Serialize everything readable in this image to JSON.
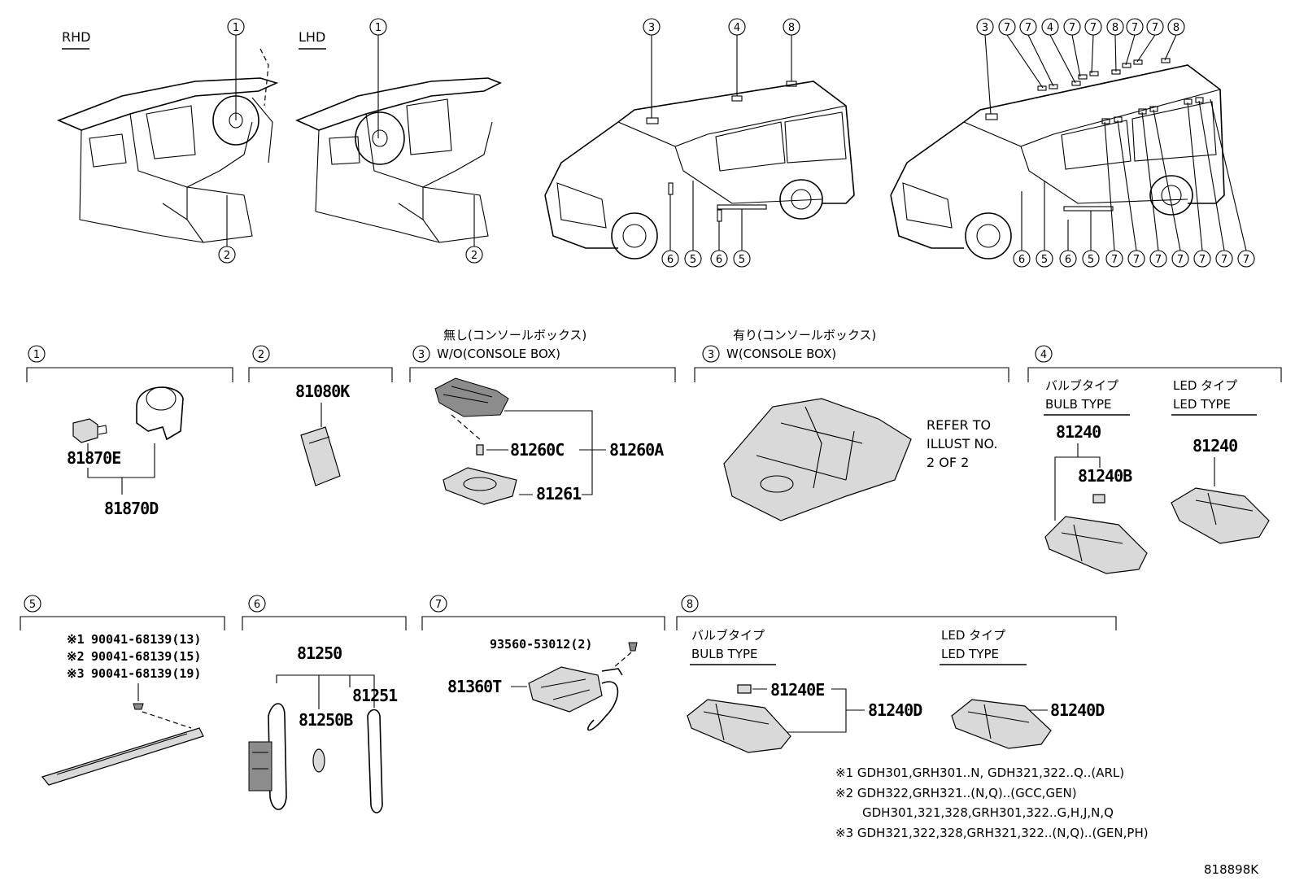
{
  "overview": {
    "rhd_label": "RHD",
    "lhd_label": "LHD",
    "callouts": {
      "rhd_top": "1",
      "rhd_bottom": "2",
      "lhd_top": "1",
      "lhd_bottom": "2",
      "van1_top": [
        "3",
        "4",
        "8"
      ],
      "van1_bottom": [
        "6",
        "5",
        "6",
        "5"
      ],
      "van2_top": [
        "3",
        "7",
        "7",
        "4",
        "7",
        "7",
        "8",
        "7",
        "7",
        "8"
      ],
      "van2_bottom": [
        "6",
        "5",
        "6",
        "5",
        "7",
        "7",
        "7",
        "7",
        "7",
        "7",
        "7"
      ]
    }
  },
  "sections": {
    "s1": {
      "num": "1",
      "parts": {
        "p1": "81870E",
        "p2": "81870D"
      }
    },
    "s2": {
      "num": "2",
      "parts": {
        "p1": "81080K"
      }
    },
    "s3a": {
      "num": "3",
      "title_jp": "無し(コンソールボックス)",
      "title_en": "W/O(CONSOLE BOX)",
      "parts": {
        "p1": "81260C",
        "p2": "81260A",
        "p3": "81261"
      }
    },
    "s3b": {
      "num": "3",
      "title_jp": "有り(コンソールボックス)",
      "title_en": "W(CONSOLE BOX)",
      "refer": [
        "REFER TO",
        "ILLUST NO.",
        "2 OF 2"
      ]
    },
    "s4": {
      "num": "4",
      "bulb_jp": "バルブタイプ",
      "bulb_en": "BULB TYPE",
      "led_jp": "LED タイプ",
      "led_en": "LED TYPE",
      "parts": {
        "p1": "81240",
        "p2": "81240B",
        "p3": "81240"
      }
    },
    "s5": {
      "num": "5",
      "notes": [
        {
          "mark": "※1",
          "part": "90041-68139(13)"
        },
        {
          "mark": "※2",
          "part": "90041-68139(15)"
        },
        {
          "mark": "※3",
          "part": "90041-68139(19)"
        }
      ]
    },
    "s6": {
      "num": "6",
      "parts": {
        "p1": "81250",
        "p2": "81250B",
        "p3": "81251"
      }
    },
    "s7": {
      "num": "7",
      "parts": {
        "p1": "93560-53012(2)",
        "p2": "81360T"
      }
    },
    "s8": {
      "num": "8",
      "bulb_jp": "バルブタイプ",
      "bulb_en": "BULB TYPE",
      "led_jp": "LED タイプ",
      "led_en": "LED TYPE",
      "parts": {
        "p1": "81240E",
        "p2": "81240D",
        "p3": "81240D"
      }
    }
  },
  "footnotes": [
    "※1 GDH301,GRH301..N, GDH321,322..Q..(ARL)",
    "※2 GDH322,GRH321..(N,Q)..(GCC,GEN)",
    "GDH301,321,328,GRH301,322..G,H,J,N,Q",
    "※3 GDH321,322,328,GRH321,322..(N,Q)..(GEN,PH)"
  ],
  "illustration_id": "818898K"
}
